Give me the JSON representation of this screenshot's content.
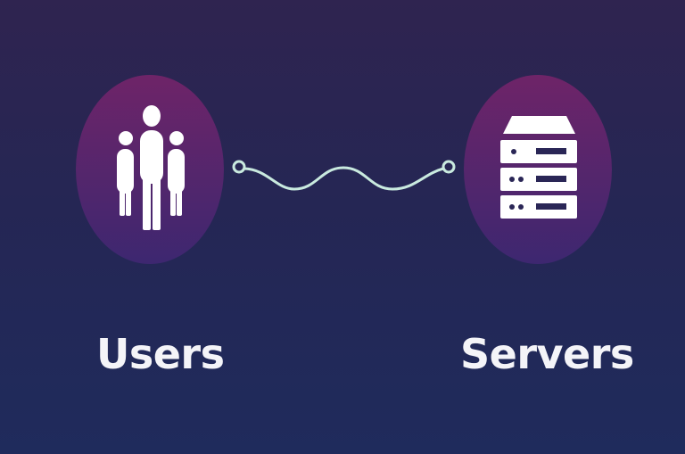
{
  "nodes": [
    {
      "id": "users",
      "label": "Users",
      "icon": "users-group-icon"
    },
    {
      "id": "servers",
      "label": "Servers",
      "icon": "server-rack-icon"
    }
  ],
  "edges": [
    {
      "from": "users",
      "to": "servers",
      "style": "wavy-line"
    }
  ],
  "colors": {
    "background_top": "#2f2450",
    "background_bottom": "#1f2b5c",
    "circle_top": "#6e2468",
    "circle_bottom": "#3d2770",
    "connector": "#c9eadf",
    "icon": "#ffffff"
  }
}
